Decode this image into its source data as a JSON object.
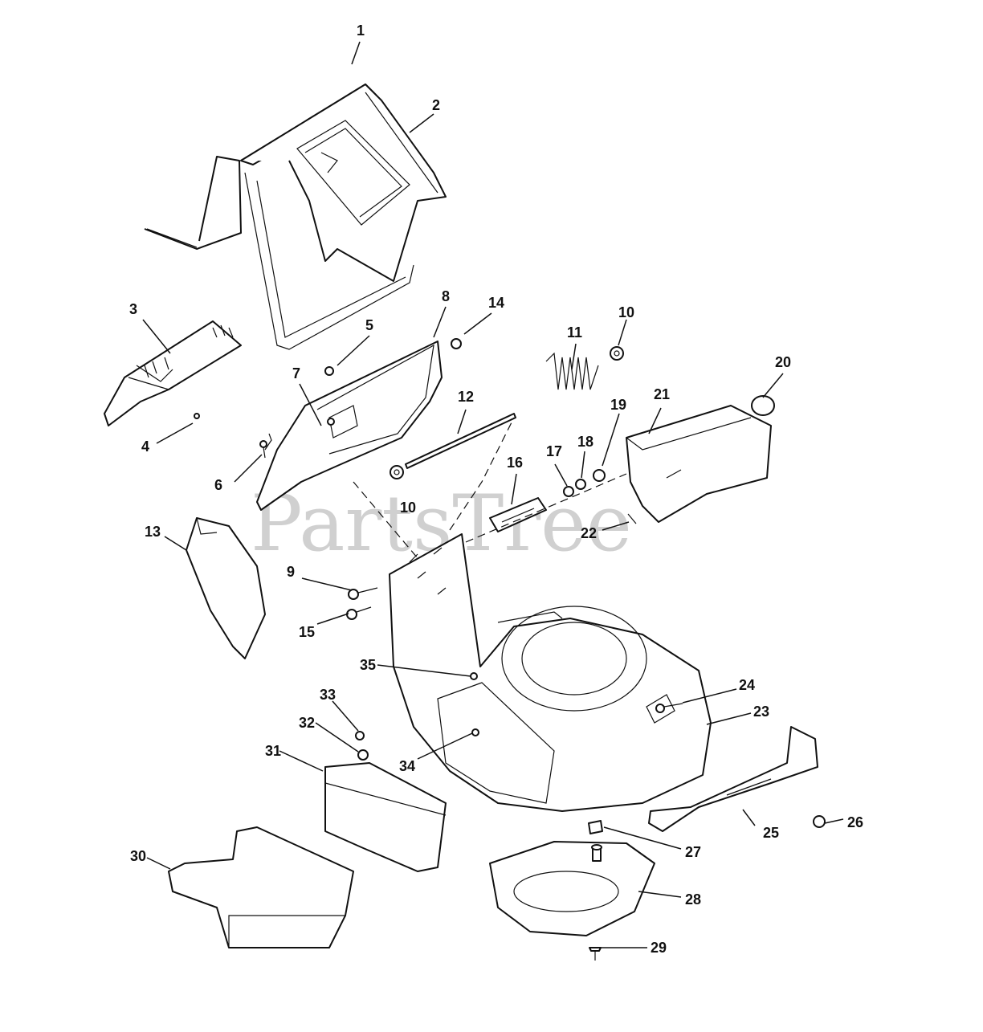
{
  "watermark": {
    "text": "PartsTree",
    "trademark": "™"
  },
  "callouts": [
    "1",
    "2",
    "3",
    "4",
    "5",
    "6",
    "7",
    "8",
    "9",
    "10",
    "10",
    "11",
    "12",
    "13",
    "14",
    "15",
    "16",
    "17",
    "18",
    "19",
    "20",
    "21",
    "22",
    "23",
    "24",
    "25",
    "26",
    "27",
    "28",
    "29",
    "30",
    "31",
    "32",
    "33",
    "34",
    "35"
  ]
}
